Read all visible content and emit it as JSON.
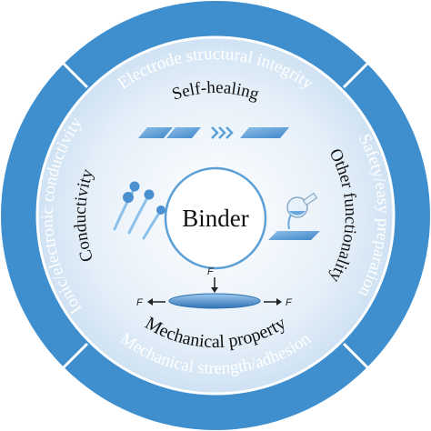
{
  "diagram": {
    "center_label": "Binder",
    "outer_ring": {
      "top": "Electrode structural integrity",
      "right": "Safety/easy preparation",
      "bottom": "Mechanical strength/adhesion",
      "left": "Ionic/electronic conductivity"
    },
    "inner_ring": {
      "top": "Self-healing",
      "right": "Other functionality",
      "bottom": "Mechanical property",
      "left": "Conductivity"
    },
    "force_labels": {
      "top": "F",
      "left": "F",
      "right": "F"
    },
    "colors": {
      "outer_ring": "#3f8fcf",
      "inner_disk": "#dcebf7",
      "center_fill": "#ffffff",
      "center_stroke": "#5a9fd6",
      "icon_blue": "#4a90d0"
    },
    "icons": [
      "self-healing-blocks-icon",
      "ions-icon",
      "flask-pour-icon",
      "compressed-disk-icon"
    ]
  }
}
